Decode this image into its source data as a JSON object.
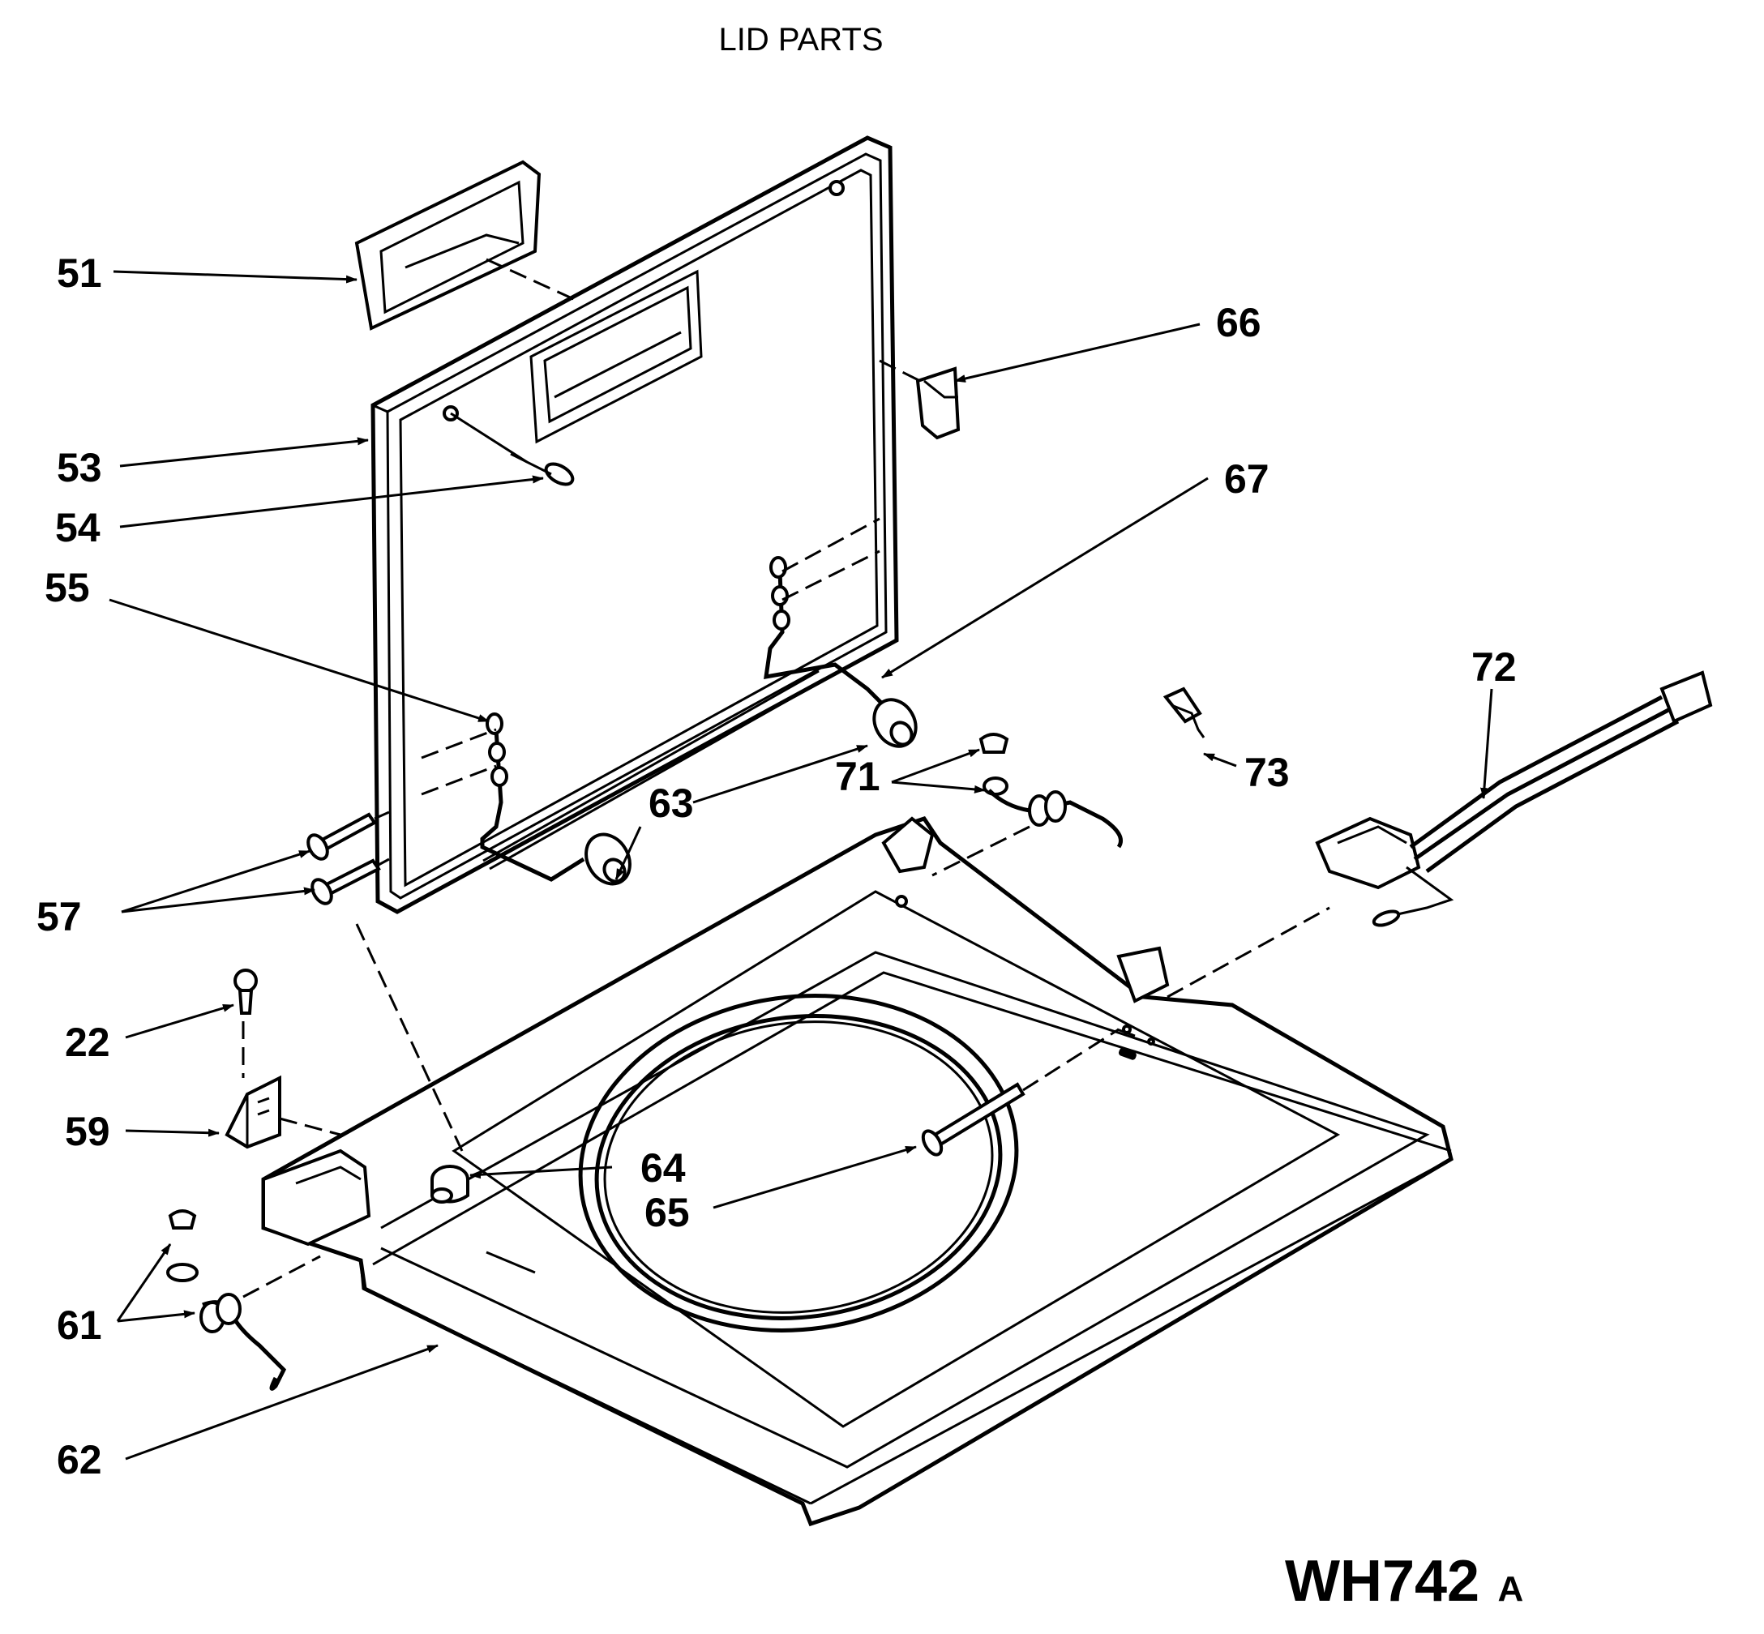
{
  "title": "LID PARTS",
  "diagram_code": "WH742",
  "diagram_code_suffix": "A",
  "callouts": [
    {
      "id": "51"
    },
    {
      "id": "53"
    },
    {
      "id": "54"
    },
    {
      "id": "55"
    },
    {
      "id": "57"
    },
    {
      "id": "22"
    },
    {
      "id": "59"
    },
    {
      "id": "61"
    },
    {
      "id": "62"
    },
    {
      "id": "63"
    },
    {
      "id": "64"
    },
    {
      "id": "65"
    },
    {
      "id": "66"
    },
    {
      "id": "67"
    },
    {
      "id": "71"
    },
    {
      "id": "72"
    },
    {
      "id": "73"
    }
  ]
}
